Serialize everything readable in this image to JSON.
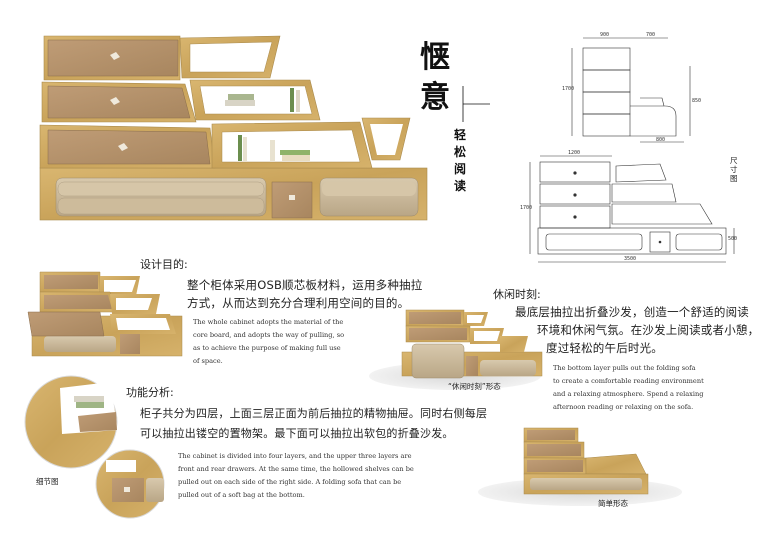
{
  "title": {
    "char1": "惬",
    "char2": "意"
  },
  "subtitle": [
    "轻",
    "松",
    "阅",
    "读"
  ],
  "drawing": {
    "label": "尺寸图",
    "top_view_dims": [
      "900",
      "700",
      "1700",
      "850",
      "800"
    ],
    "front_view_dims": [
      "1200",
      "1700",
      "500",
      "3500"
    ]
  },
  "design_purpose": {
    "heading": "设计目的:",
    "zh": [
      "整个柜体采用OSB顺芯板材料，运用多种抽拉",
      "方式，从而达到充分合理利用空间的目的。"
    ],
    "en": [
      "The whole cabinet adopts the material of the",
      "core board, and adopts the way of pulling, so",
      "as to achieve the purpose of making full use",
      "of space."
    ]
  },
  "leisure": {
    "heading": "休闲时刻:",
    "zh": [
      "最底层抽拉出折叠沙发，创造一个舒适的阅读",
      "环境和休闲气氛。在沙发上阅读或者小憩，",
      "度过轻松的午后时光。"
    ],
    "en": [
      "The bottom layer pulls out the folding sofa",
      "to create a comfortable reading environment",
      "and a relaxing atmosphere. Spend a relaxing",
      "afternoon reading or relaxing on the sofa."
    ],
    "caption": "“休闲时刻”形态"
  },
  "function": {
    "heading": "功能分析:",
    "zh": [
      "柜子共分为四层，上面三层正面为前后抽拉的精物抽屉。同时右侧每层",
      "可以抽拉出镂空的置物架。最下面可以抽拉出软包的折叠沙发。"
    ],
    "en": [
      "The cabinet is divided into four layers, and the upper three layers are",
      "front and rear drawers. At the same time, the hollowed shelves can be",
      "pulled out on each side of the right side. A folding sofa that can be",
      "pulled out of a soft bag at the bottom."
    ]
  },
  "captions": {
    "detail": "细节图",
    "simple": "简单形态"
  },
  "colors": {
    "wood": "#cfa964",
    "wood_dark": "#b88f49",
    "drawer": "#b69470",
    "sofa": "#c9b89b",
    "shadow": "#e4e4e4"
  }
}
